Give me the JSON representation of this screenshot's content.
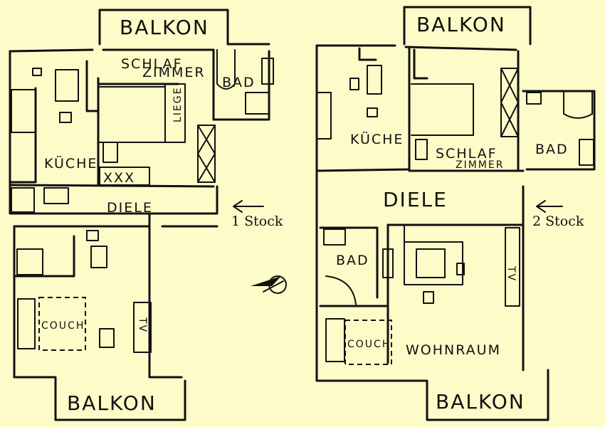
{
  "floor1": {
    "balkon_top": "BALKON",
    "schlafzimmer_a": "SCHLAF",
    "schlafzimmer_b": "ZIMMER",
    "bad": "BAD",
    "liege": "LIEGE",
    "kueche": "KÜCHE",
    "diele": "DIELE",
    "couch": "COUCH",
    "tv": "TV",
    "balkon_bottom": "BALKON",
    "stock_label": "1 Stock",
    "x_marks": "XXX"
  },
  "floor2": {
    "balkon_top": "BALKON",
    "kueche": "KÜCHE",
    "schlafzimmer_a": "SCHLAF",
    "schlafzimmer_b": "ZIMMER",
    "bad_upper": "BAD",
    "diele": "DIELE",
    "bad_lower": "BAD",
    "tv": "TV",
    "couch": "COUCH",
    "wohnraum": "WOHNRAUM",
    "balkon_bottom": "BALKON",
    "stock_label": "2 Stock"
  },
  "colors": {
    "paper": "#fdfbc8",
    "ink": "#111111"
  }
}
